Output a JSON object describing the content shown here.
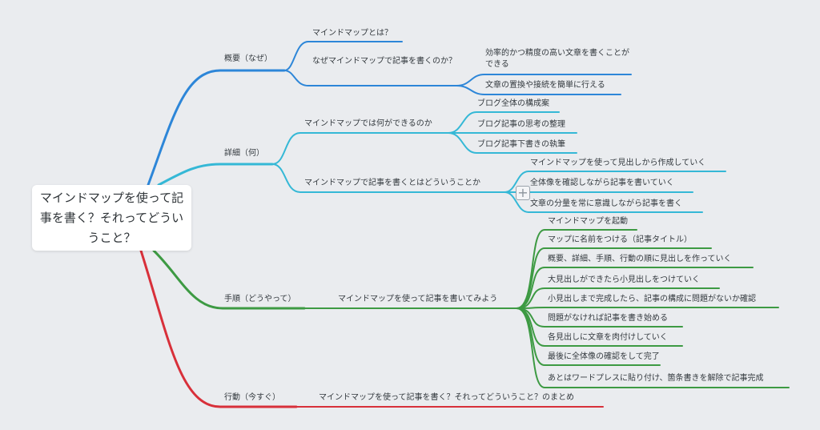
{
  "root": {
    "label": "マインドマップを使って記事を書く？それってどういうこと？"
  },
  "colors": {
    "blue": "#2d86d8",
    "cyan": "#35b8d6",
    "green": "#3d9a43",
    "red": "#d8303a"
  },
  "branches": {
    "overview": {
      "label": "概要（なぜ）",
      "child1": "マインドマップとは？",
      "child2": "なぜマインドマップで記事を書くのか？",
      "leaf1": "効率的かつ精度の高い文章を書くことができる",
      "leaf2": "文章の置換や接続を簡単に行える"
    },
    "detail": {
      "label": "詳細（何）",
      "child1": "マインドマップでは何ができるのか",
      "c1_leaf1": "ブログ全体の構成案",
      "c1_leaf2": "ブログ記事の思考の整理",
      "c1_leaf3": "ブログ記事下書きの執筆",
      "child2": "マインドマップで記事を書くとはどういうことか",
      "c2_leaf1": "マインドマップを使って見出しから作成していく",
      "c2_leaf2": "全体像を確認しながら記事を書いていく",
      "c2_leaf3": "文章の分量を常に意識しながら記事を書く",
      "collapse_icon": "+"
    },
    "steps": {
      "label": "手順（どうやって）",
      "child": "マインドマップを使って記事を書いてみよう",
      "leaves": [
        "マインドマップを起動",
        "マップに名前をつける（記事タイトル）",
        "概要、詳細、手順、行動の順に見出しを作っていく",
        "大見出しができたら小見出しをつけていく",
        "小見出しまで完成したら、記事の構成に問題がないか確認",
        "問題がなければ記事を書き始める",
        "各見出しに文章を肉付けしていく",
        "最後に全体像の確認をして完了",
        "あとはワードプレスに貼り付け、箇条書きを解除で記事完成"
      ]
    },
    "action": {
      "label": "行動（今すぐ）",
      "child": "マインドマップを使って記事を書く？それってどういうこと？のまとめ"
    }
  }
}
